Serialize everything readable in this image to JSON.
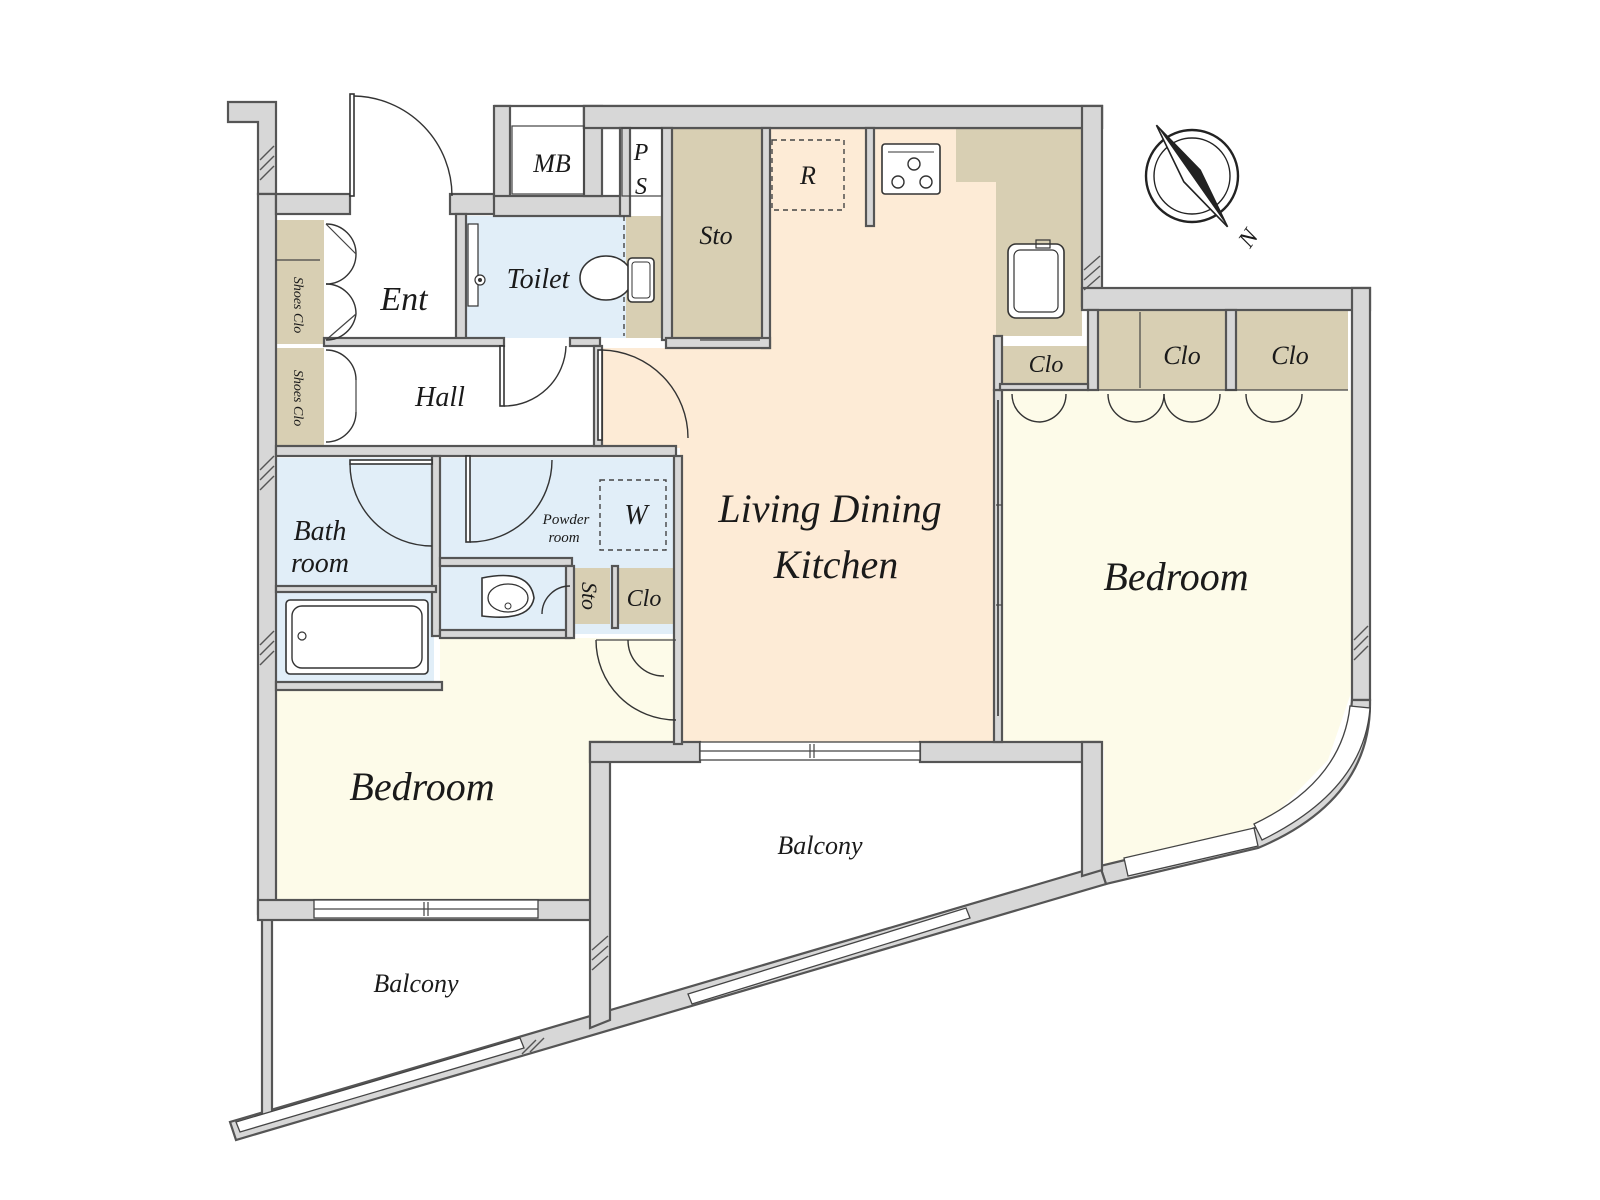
{
  "colors": {
    "wall": "#d7d7d7",
    "wall_outline": "#555555",
    "living_dining_kitchen": "#fdebd6",
    "bedroom": "#fdfbe9",
    "wet_area": "#e1eef8",
    "storage": "#d8cfb3",
    "balcony": "#ffffff",
    "entrance": "#ffffff"
  },
  "rooms": {
    "ldk_line1": "Living Dining",
    "ldk_line2": "Kitchen",
    "bedroom_east": "Bedroom",
    "bedroom_west": "Bedroom",
    "balcony_center": "Balcony",
    "balcony_west": "Balcony",
    "entrance": "Ent",
    "hall": "Hall",
    "toilet": "Toilet",
    "bath_line1": "Bath",
    "bath_line2": "room",
    "powder_line1": "Powder",
    "powder_line2": "room",
    "washer": "W",
    "meter_box": "MB",
    "pipe_space_line1": "P",
    "pipe_space_line2": "S",
    "refrigerator": "R",
    "storage_kitchen": "Sto",
    "storage_powder": "Sto",
    "closet_hall": "Clo",
    "closet_ldk": "Clo",
    "closet_bed_1": "Clo",
    "closet_bed_2": "Clo",
    "shoes_closet_upper": "Shoes Clo",
    "shoes_closet_lower": "Shoes Clo"
  },
  "compass": {
    "icon": "north-arrow-icon",
    "north_label": "N"
  }
}
